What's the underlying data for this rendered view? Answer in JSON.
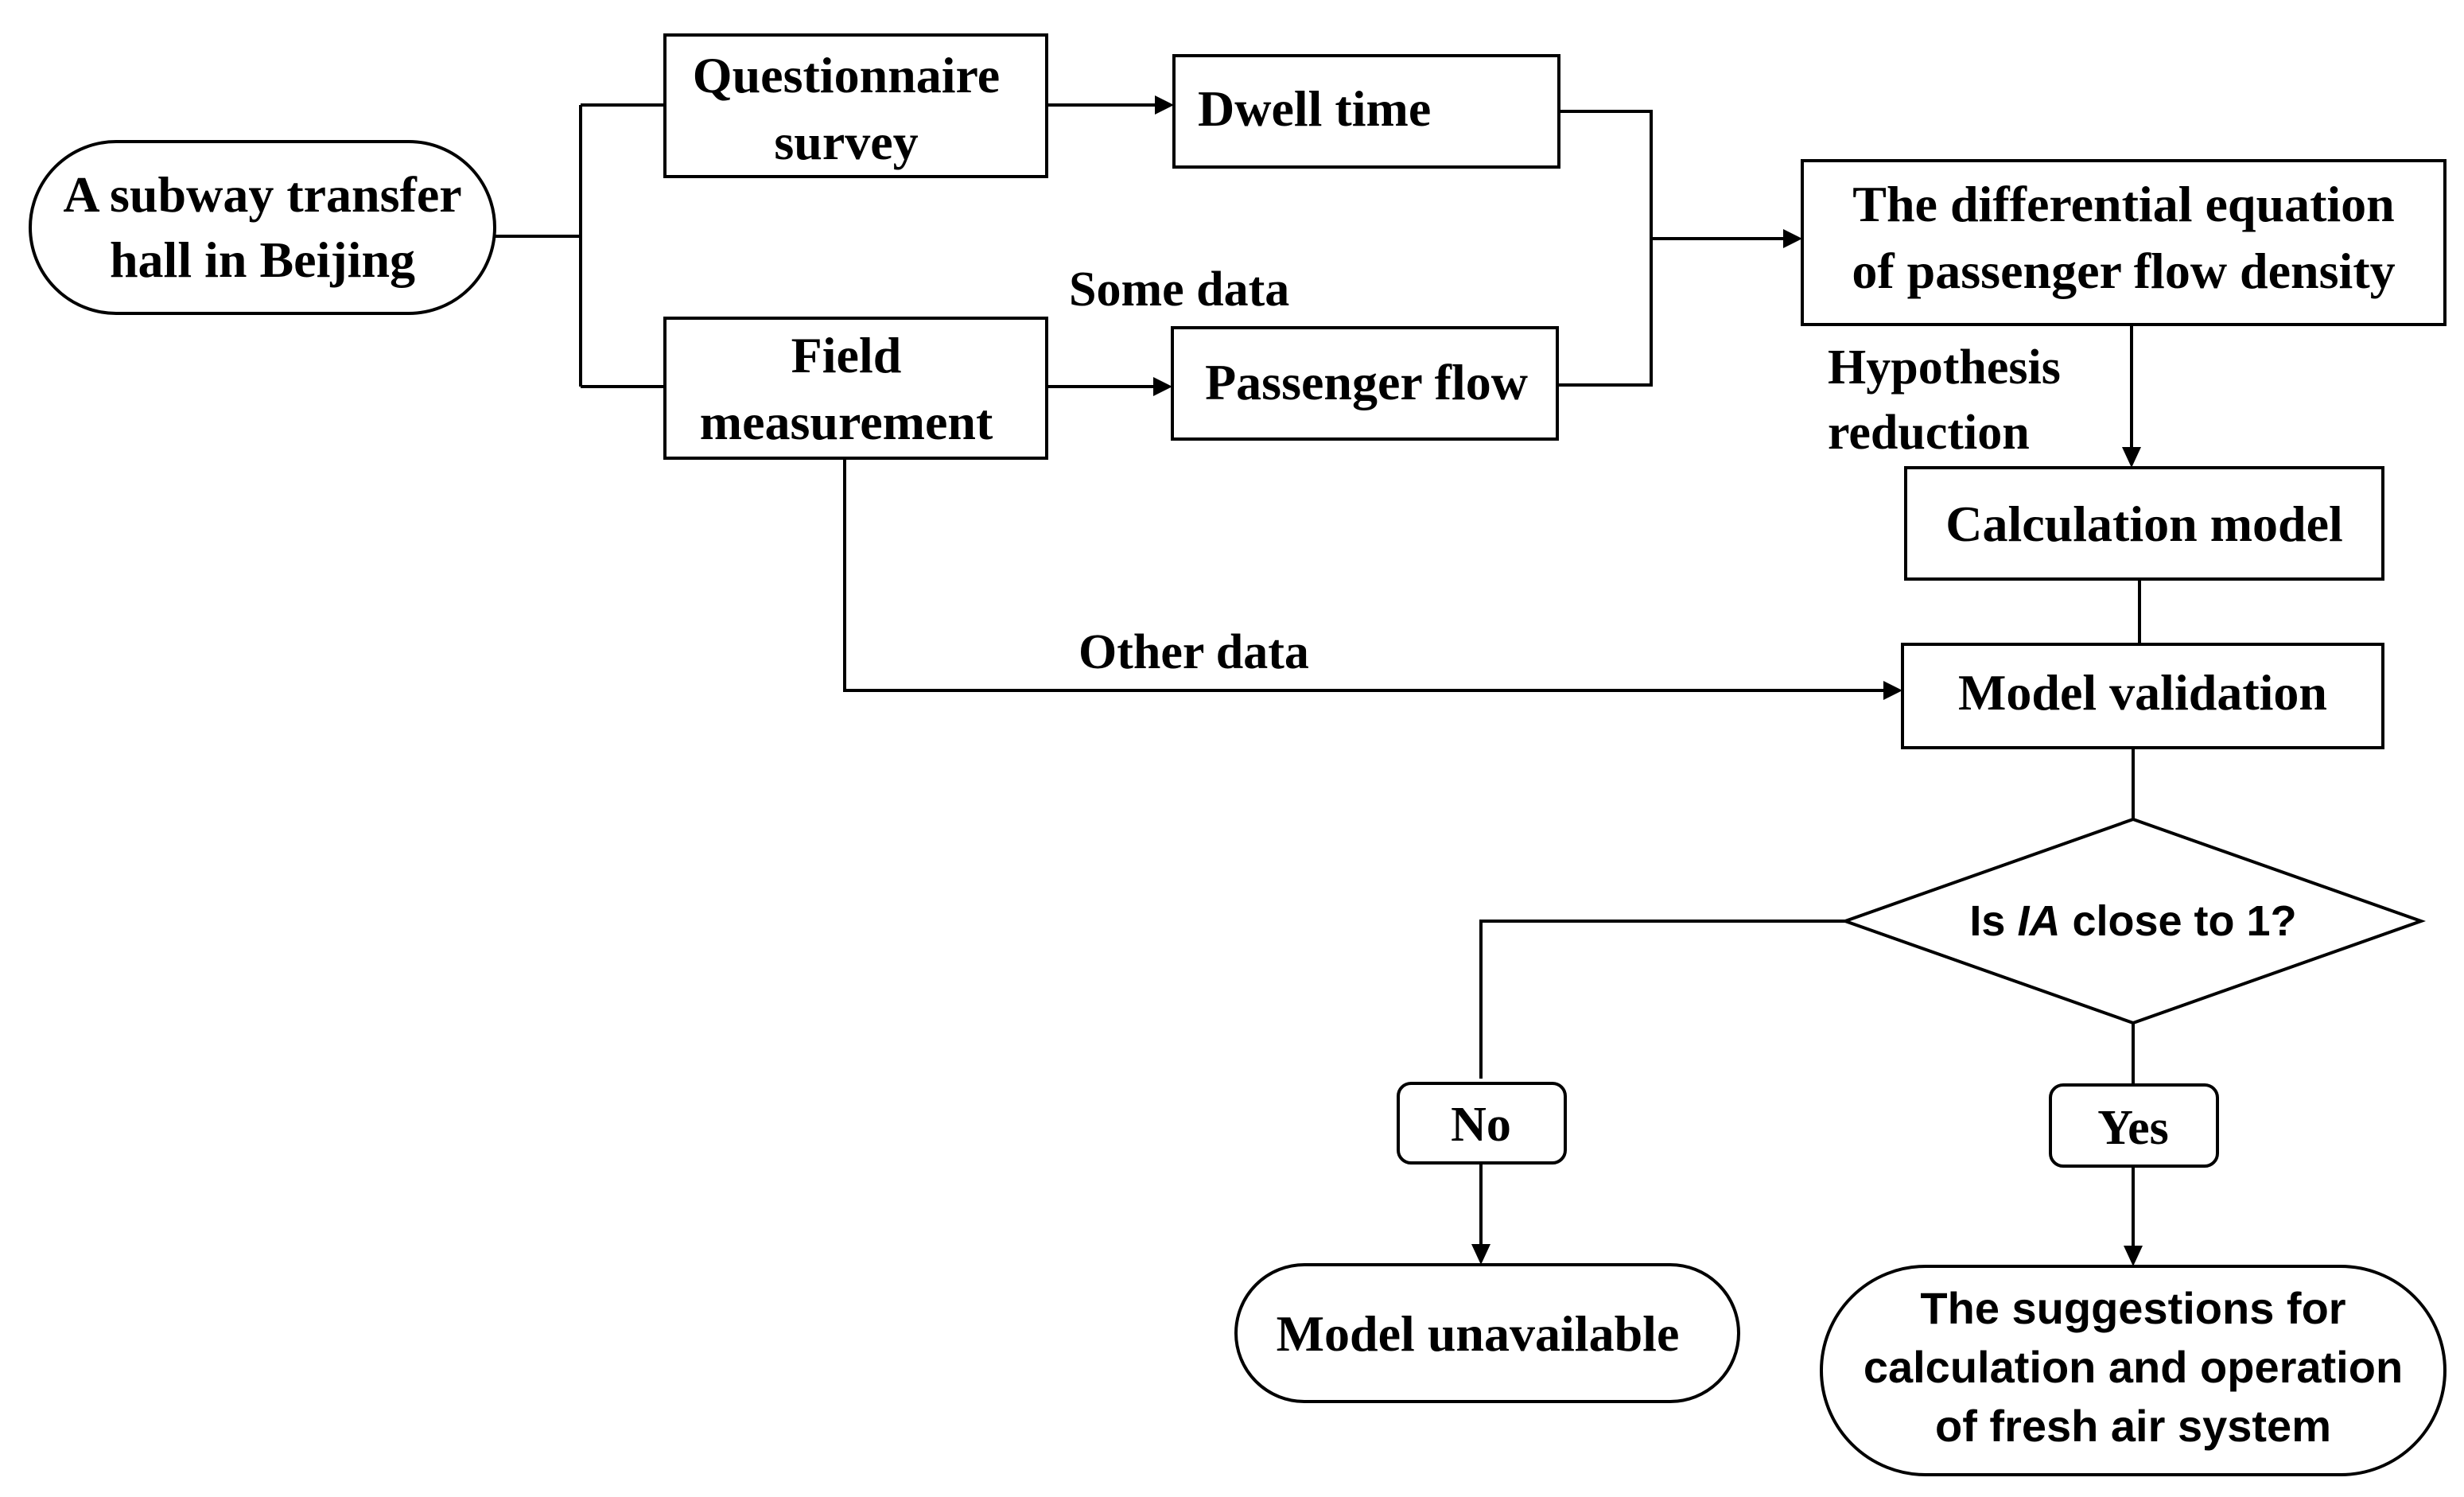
{
  "nodes": {
    "start": {
      "lines": [
        "A subway transfer",
        "hall in Beijing"
      ]
    },
    "questionnaire": {
      "lines": [
        "Questionnaire",
        "survey"
      ]
    },
    "field": {
      "lines": [
        "Field",
        "measurement"
      ]
    },
    "dwell": {
      "lines": [
        "Dwell time"
      ]
    },
    "passenger_flow": {
      "lines": [
        "Passenger flow"
      ]
    },
    "differential": {
      "lines": [
        "The differential equation",
        "of passenger flow density"
      ]
    },
    "calc_model": {
      "lines": [
        "Calculation model"
      ]
    },
    "validation": {
      "lines": [
        "Model validation"
      ]
    },
    "decision": {
      "prefix": "Is ",
      "italic": "IA",
      "suffix": " close to 1?"
    },
    "no": {
      "lines": [
        "No"
      ]
    },
    "yes": {
      "lines": [
        "Yes"
      ]
    },
    "unavailable": {
      "lines": [
        "Model unavailable"
      ]
    },
    "suggestions": {
      "lines": [
        "The suggestions for",
        "calculation and operation",
        "of fresh air system"
      ]
    }
  },
  "edge_labels": {
    "some_data": "Some data",
    "other_data": "Other data",
    "hypothesis": [
      "Hypothesis",
      "reduction"
    ]
  }
}
